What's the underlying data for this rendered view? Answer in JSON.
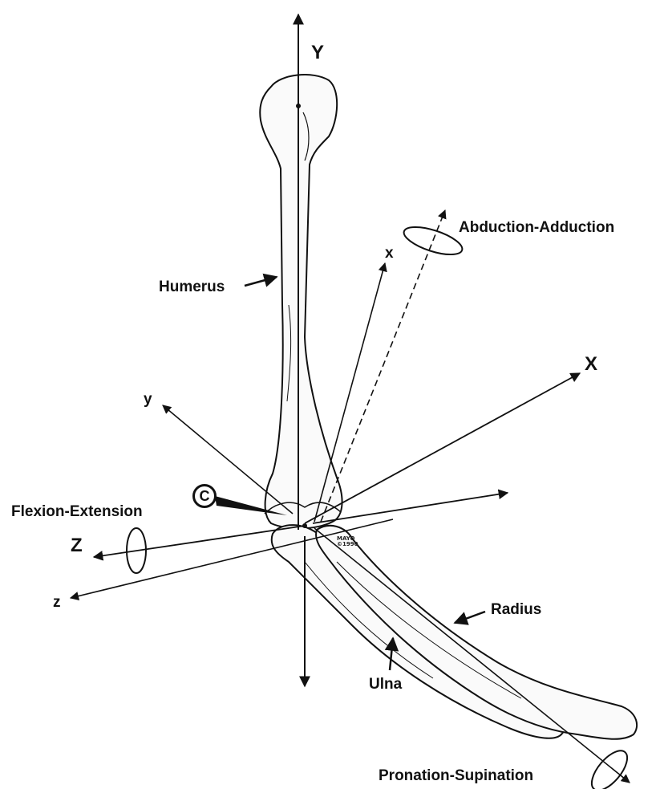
{
  "axes": {
    "Y_upper": "Y",
    "X_upper": "X",
    "Z_upper": "Z",
    "x_lower": "x",
    "y_lower": "y",
    "z_lower": "z"
  },
  "labels": {
    "abduction_adduction": "Abduction-Adduction",
    "flexion_extension": "Flexion-Extension",
    "pronation_supination": "Pronation-Supination",
    "humerus": "Humerus",
    "radius": "Radius",
    "ulna": "Ulna",
    "center": "C"
  },
  "stamp": {
    "line1": "MAYO",
    "line2": "©1990"
  }
}
